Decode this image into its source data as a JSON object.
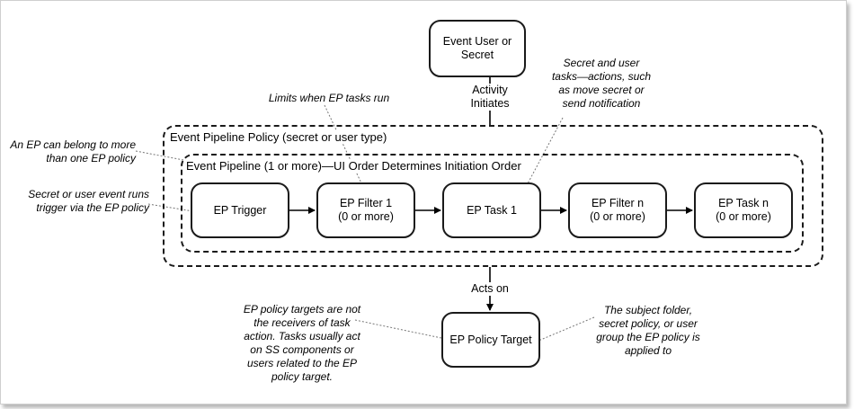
{
  "policy": {
    "label": "Event Pipeline Policy (secret or user type)"
  },
  "pipeline": {
    "label": "Event Pipeline (1 or more)—UI Order Determines Initiation Order"
  },
  "nodes": {
    "event_user": [
      "Event User or",
      "Secret"
    ],
    "trigger": [
      "EP Trigger"
    ],
    "filter1": [
      "EP Filter 1",
      "(0 or more)"
    ],
    "task1": [
      "EP Task 1"
    ],
    "filtern": [
      "EP Filter n",
      "(0 or more)"
    ],
    "taskn": [
      "EP Task n",
      "(0 or more)"
    ],
    "target": [
      "EP Policy Target"
    ]
  },
  "edge_labels": {
    "initiates": [
      "Activity",
      "Initiates"
    ],
    "acts_on": [
      "Acts on"
    ]
  },
  "notes": {
    "limits": [
      "Limits when EP tasks run"
    ],
    "secret_tasks": [
      "Secret and user",
      "tasks—actions, such",
      "as move secret or",
      "send notification"
    ],
    "belongs": [
      "An EP can belong to more",
      "than one EP policy"
    ],
    "runs_trigger": [
      "Secret or user event runs",
      "trigger via the EP policy"
    ],
    "targets": [
      "EP policy targets are not",
      "the receivers of task",
      "action. Tasks usually act",
      "on SS components  or",
      "users related to the EP",
      "policy target."
    ],
    "subject": [
      "The subject folder,",
      "secret policy, or user",
      "group the EP policy is",
      "applied to"
    ]
  }
}
